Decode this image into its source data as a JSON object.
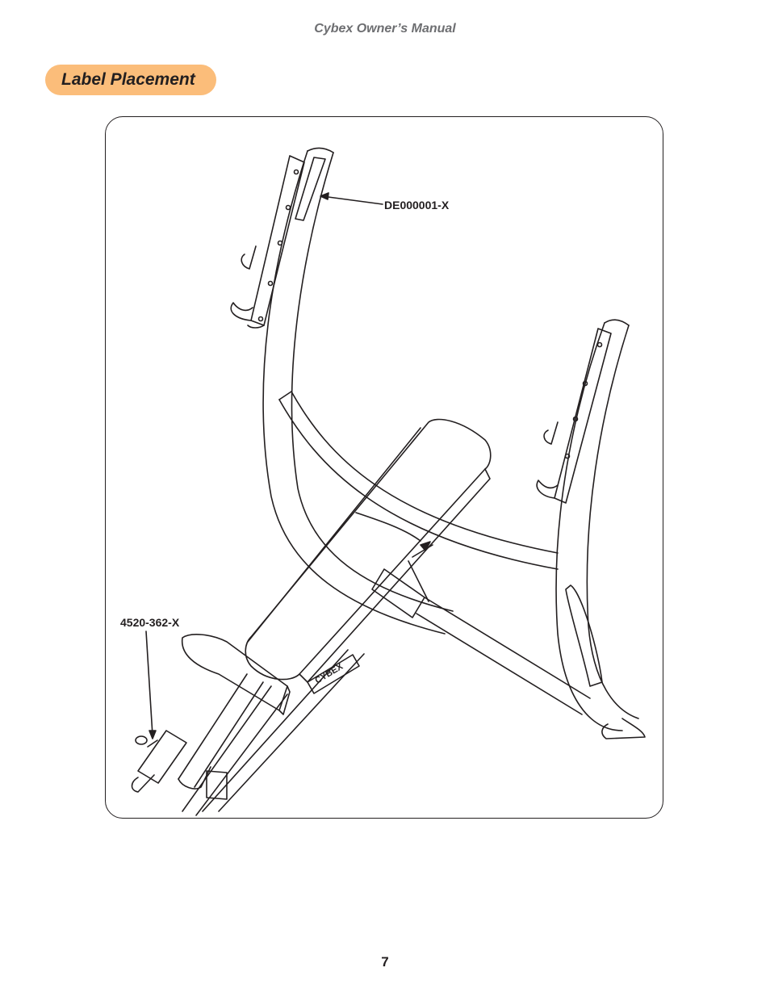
{
  "header": {
    "title": "Cybex Owner’s Manual"
  },
  "section": {
    "title": "Label Placement"
  },
  "figure": {
    "callouts": [
      {
        "id": "top",
        "label": "DE000001-X"
      },
      {
        "id": "bottom",
        "label": "4520-362-X"
      }
    ],
    "logo_text": "CYBEX"
  },
  "footer": {
    "page_number": "7"
  }
}
